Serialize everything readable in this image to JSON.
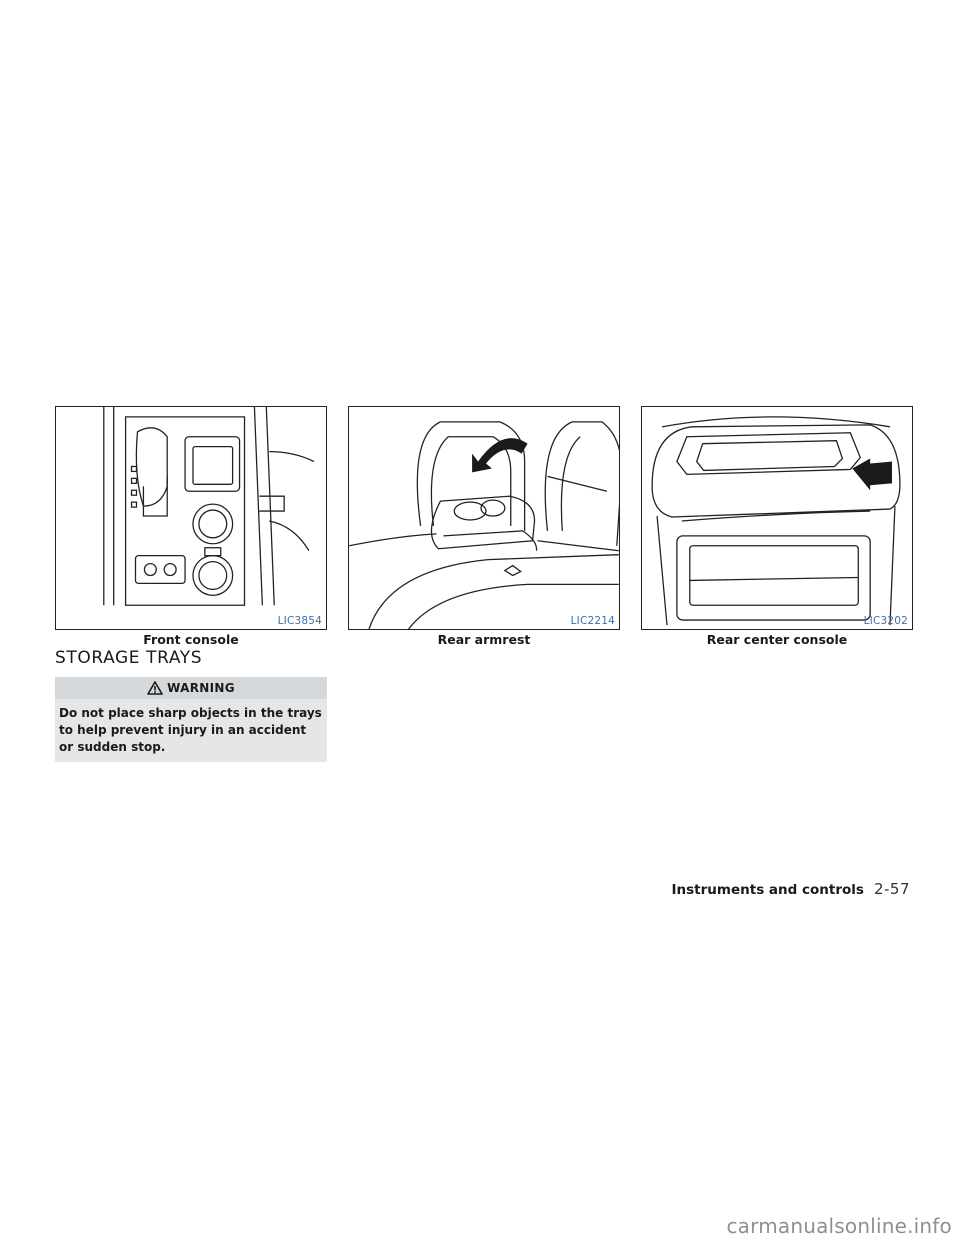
{
  "figures": [
    {
      "code": "LIC3854",
      "caption": "Front console"
    },
    {
      "code": "LIC2214",
      "caption": "Rear armrest"
    },
    {
      "code": "LIC3202",
      "caption": "Rear center console"
    }
  ],
  "section": {
    "title": "STORAGE TRAYS",
    "warning_label": "WARNING",
    "warning_text": "Do not place sharp objects in the trays to help prevent injury in an accident or sudden stop."
  },
  "footer": {
    "section_name": "Instruments and controls",
    "page_number": "2-57"
  },
  "watermark": "carmanualsonline.info",
  "colors": {
    "figure_code": "#3a6fb0",
    "warning_bg": "#e4e6e8"
  },
  "icons": [
    "warning-triangle-icon",
    "arrow-icon"
  ]
}
